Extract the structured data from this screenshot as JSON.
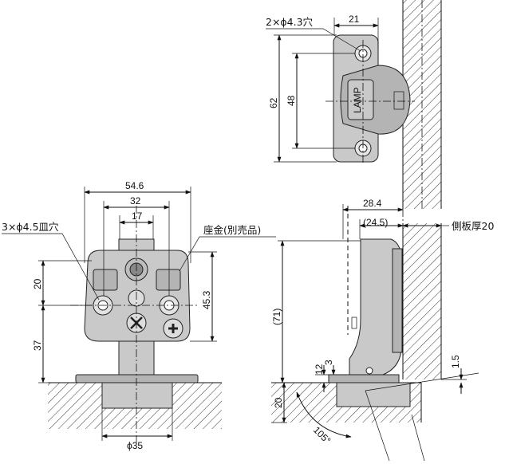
{
  "top_view": {
    "hole_note": "2×ϕ4.3穴",
    "dim_width": "21",
    "dim_height_outer": "62",
    "dim_height_holes": "48"
  },
  "front_view": {
    "dim_overall_width": "54.6",
    "dim_hole_pitch": "32",
    "dim_center_width": "17",
    "hole_note": "3×ϕ4.5皿穴",
    "washer_note": "座金(別売品)",
    "dim_upper": "20",
    "dim_lower": "37",
    "dim_height": "45.3",
    "dim_cup_dia": "ϕ35"
  },
  "side_view": {
    "dim_depth": "28.4",
    "dim_offset": "(24.5)",
    "side_panel_note": "側板厚20",
    "dim_height": "(71)",
    "dim_12": "12",
    "dim_3": "3",
    "dim_1_5": "1.5",
    "dim_20": "20",
    "opening_angle": "105°"
  }
}
